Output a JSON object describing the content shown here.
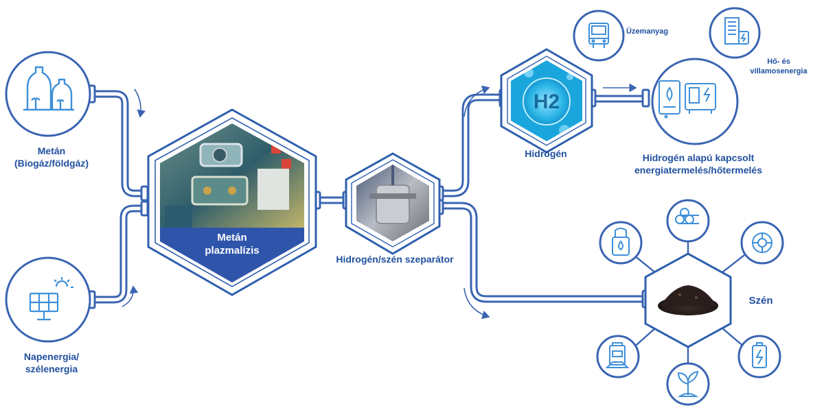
{
  "colors": {
    "primary": "#2e5fae",
    "dark": "#23479a",
    "pipe": "#3a64b2",
    "hex_fill": "#3559b0",
    "icon": "#3d8fd8"
  },
  "sources": {
    "methane": {
      "line1": "Metán",
      "line2": "(Biogáz/földgáz)",
      "icon": "biogas-tanks-icon"
    },
    "renewable": {
      "line1": "Napenergia/",
      "line2": "szélenergia",
      "icon": "solar-panel-icon"
    }
  },
  "plasmalysis": {
    "line1": "Metán",
    "line2": "plazmalízis"
  },
  "separator": {
    "label": "Hidrogén/szén szeparátor"
  },
  "hydrogen": {
    "label": "Hidrogén",
    "badge": "H2"
  },
  "fuel": {
    "label": "Üzemanyag",
    "icon": "truck-icon"
  },
  "heat_power": {
    "line1": "Hő- és",
    "line2": "villamosenergia",
    "icon": "building-power-icon"
  },
  "chp": {
    "line1": "Hidrogén alapú kapcsolt",
    "line2": "energiatermelés/hőtermelés",
    "icon": "boiler-generator-icon"
  },
  "carbon": {
    "label": "Szén",
    "uses": [
      "pipes-icon",
      "tire-icon",
      "battery-icon",
      "plant-icon",
      "bag-icon",
      "canister-icon"
    ]
  }
}
